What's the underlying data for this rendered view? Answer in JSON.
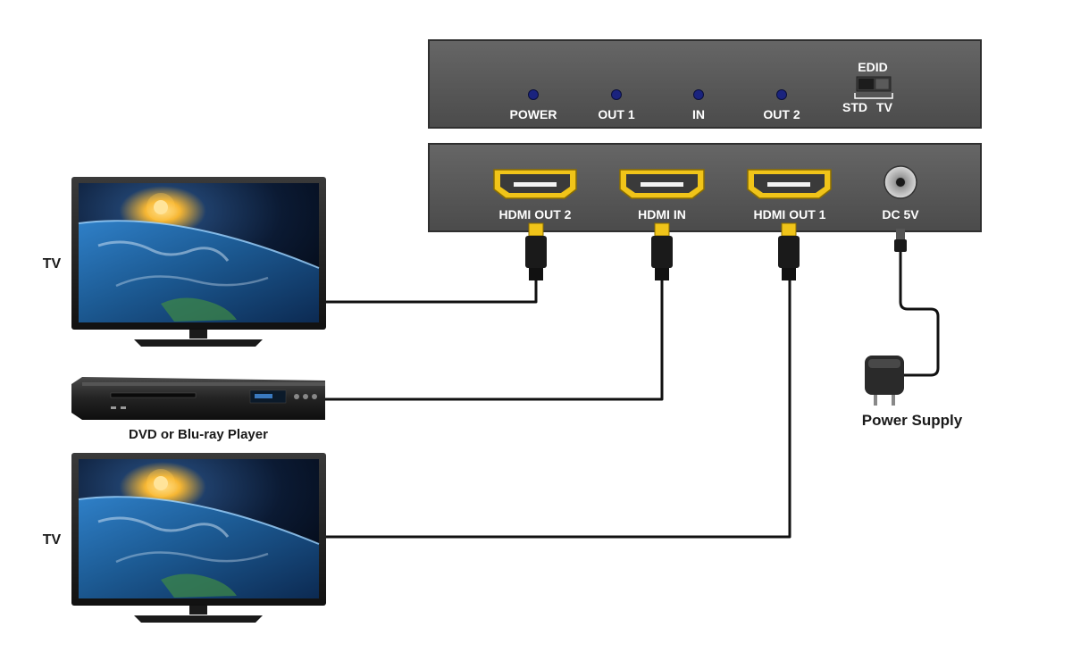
{
  "front_panel": {
    "leds": [
      "POWER",
      "OUT 1",
      "IN",
      "OUT 2"
    ],
    "edid_title": "EDID",
    "edid_std": "STD",
    "edid_tv": "TV"
  },
  "rear_panel": {
    "ports": [
      "HDMI OUT 2",
      "HDMI IN",
      "HDMI OUT 1"
    ],
    "dc_label": "DC 5V"
  },
  "devices": {
    "tv_top": "TV",
    "player": "DVD or Blu-ray Player",
    "tv_bottom": "TV",
    "power": "Power Supply"
  },
  "colors": {
    "panel": "#5a5a5a",
    "panel_border": "#333333",
    "led": "#1a237e",
    "hdmi_gold": "#f0c419",
    "cable": "#111111"
  }
}
